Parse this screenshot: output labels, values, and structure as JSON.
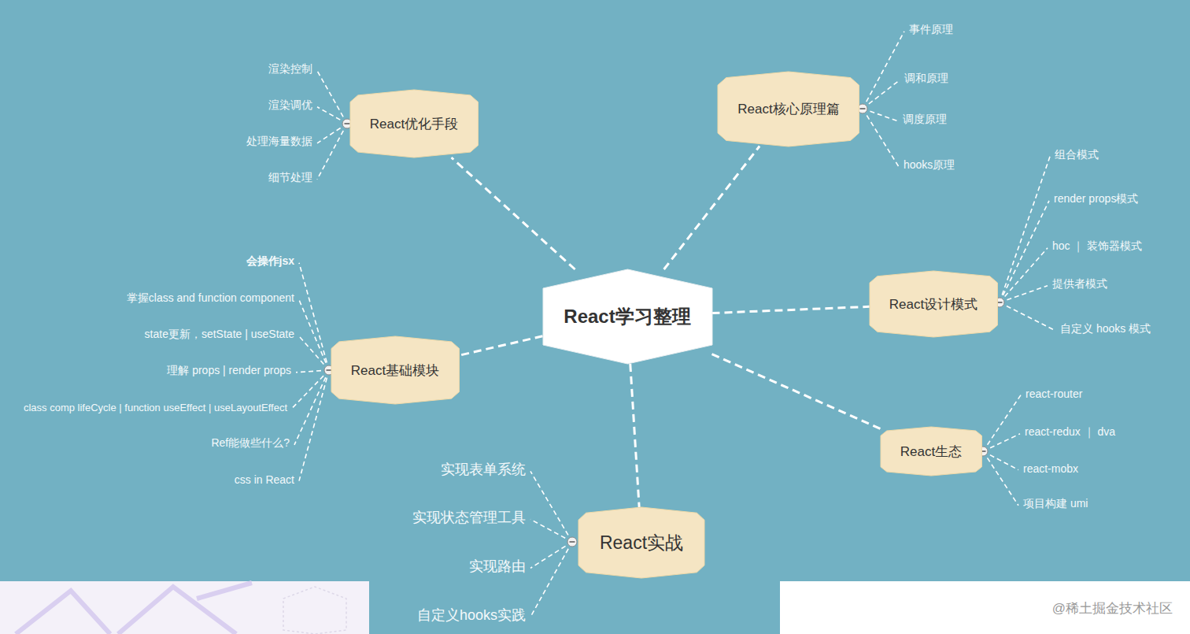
{
  "diagram": {
    "nodes": [
      {
        "text": [
          "React学习整理"
        ]
      },
      {
        "text": [
          "React核心原理篇"
        ]
      },
      {
        "text": [
          "React优化手段"
        ]
      },
      {
        "text": [
          "React设计模式"
        ]
      },
      {
        "text": [
          "React基础模块"
        ]
      },
      {
        "text": [
          "React生态"
        ]
      },
      {
        "text": [
          "React实战"
        ]
      }
    ],
    "edges": [
      {
        "from": 0,
        "to": 1,
        "arrow": "none"
      },
      {
        "from": 0,
        "to": 2,
        "arrow": "none"
      },
      {
        "from": 0,
        "to": 3,
        "arrow": "none"
      },
      {
        "from": 0,
        "to": 4,
        "arrow": "none"
      },
      {
        "from": 0,
        "to": 5,
        "arrow": "none"
      },
      {
        "from": 0,
        "to": 6,
        "arrow": "none"
      }
    ],
    "labels": [
      "事件原理",
      "调和原理",
      "调度原理",
      "hooks原理",
      "渲染控制",
      "渲染调优",
      "处理海量数据",
      "细节处理",
      "组合模式",
      "render props模式",
      "hoc ｜ 装饰器模式",
      "提供者模式",
      "自定义 hooks 模式",
      "会操作jsx",
      "掌握class and function component",
      "state更新，setState | useState",
      "理解 props | render props",
      "class comp lifeCycle | function useEffect  | useLayoutEffect",
      "Ref能做些什么?",
      "css in React",
      "react-router",
      "react-redux ｜ dva",
      "react-mobx",
      "项目构建 umi",
      "实现表单系统",
      "实现状态管理工具",
      "实现路由",
      "自定义hooks实践",
      "@稀土掘金技术社区"
    ]
  }
}
